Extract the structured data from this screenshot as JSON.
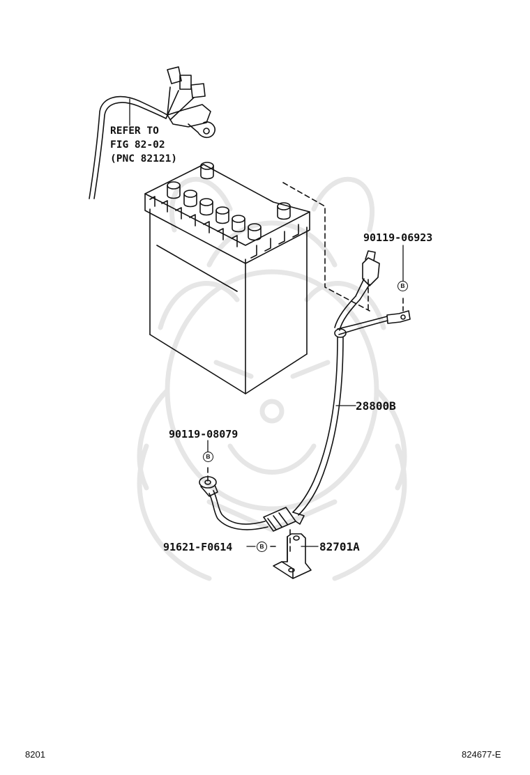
{
  "diagram": {
    "refer_note": {
      "line1": "REFER TO",
      "line2": "FIG 82-02",
      "line3": "(PNC 82121)"
    },
    "parts": [
      {
        "id": "terminal-bolt-upper",
        "number": "90119-06923",
        "badge": "B"
      },
      {
        "id": "cable",
        "number": "28800B"
      },
      {
        "id": "terminal-bolt-lower",
        "number": "90119-08079",
        "badge": "B"
      },
      {
        "id": "clamp-bolt",
        "number": "91621-F0614",
        "badge": "B"
      },
      {
        "id": "clamp",
        "number": "82701A"
      }
    ]
  },
  "footer": {
    "left": "8201",
    "right": "824677-E"
  },
  "colors": {
    "line": "#111111",
    "watermark": "#e6e6e6"
  }
}
